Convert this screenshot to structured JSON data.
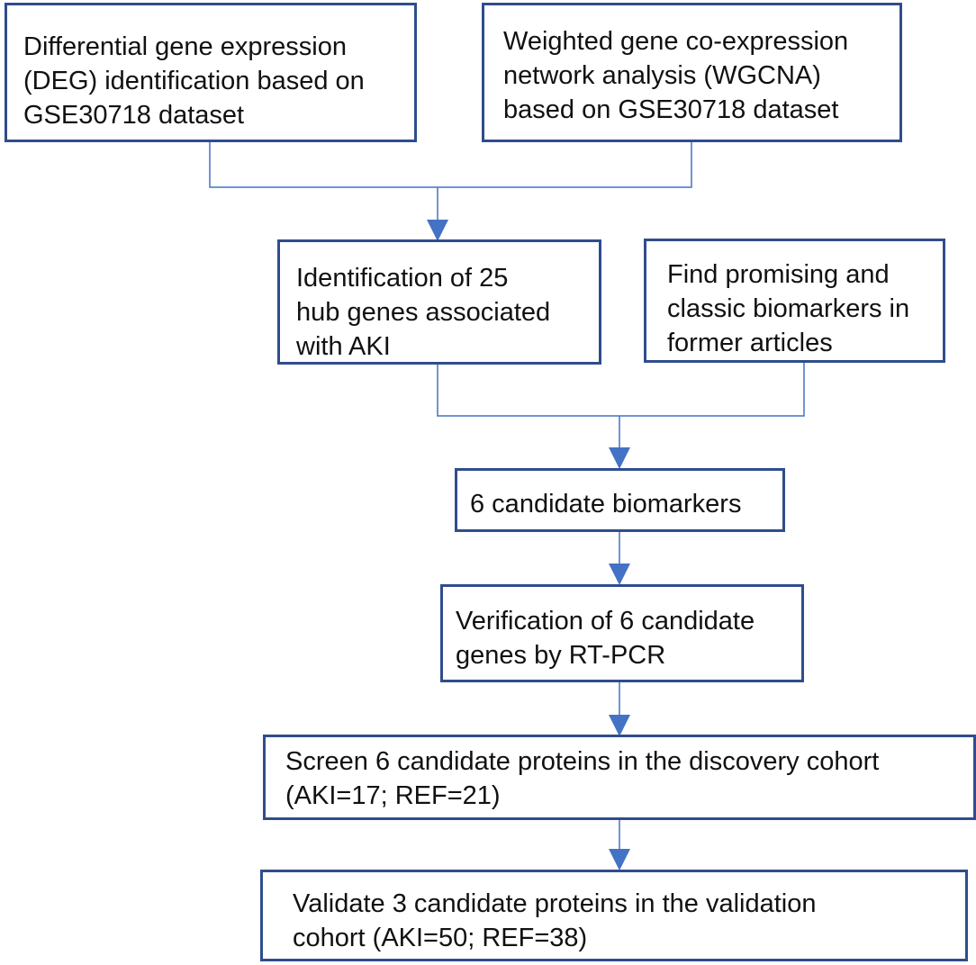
{
  "colors": {
    "box_border": "#2f4d8c",
    "connector": "#4472c4",
    "text": "#111111",
    "background": "#ffffff"
  },
  "boxes": [
    {
      "id": "deg",
      "text": "Differential gene expression\n(DEG) identification based on\nGSE30718 dataset"
    },
    {
      "id": "wgcna",
      "text": "Weighted gene co-expression\nnetwork analysis (WGCNA)\nbased on GSE30718 dataset"
    },
    {
      "id": "hub",
      "text": "Identification of 25\nhub genes associated\nwith AKI"
    },
    {
      "id": "lit",
      "text": "Find promising and\nclassic biomarkers in\nformer articles"
    },
    {
      "id": "candidates",
      "text": "6 candidate biomarkers"
    },
    {
      "id": "rtpcr",
      "text": "Verification of 6 candidate\ngenes by RT-PCR"
    },
    {
      "id": "discovery",
      "text": "Screen 6 candidate proteins in the discovery cohort\n(AKI=17; REF=21)"
    },
    {
      "id": "validation",
      "text": "Validate 3 candidate proteins in the validation\ncohort (AKI=50; REF=38)"
    }
  ]
}
